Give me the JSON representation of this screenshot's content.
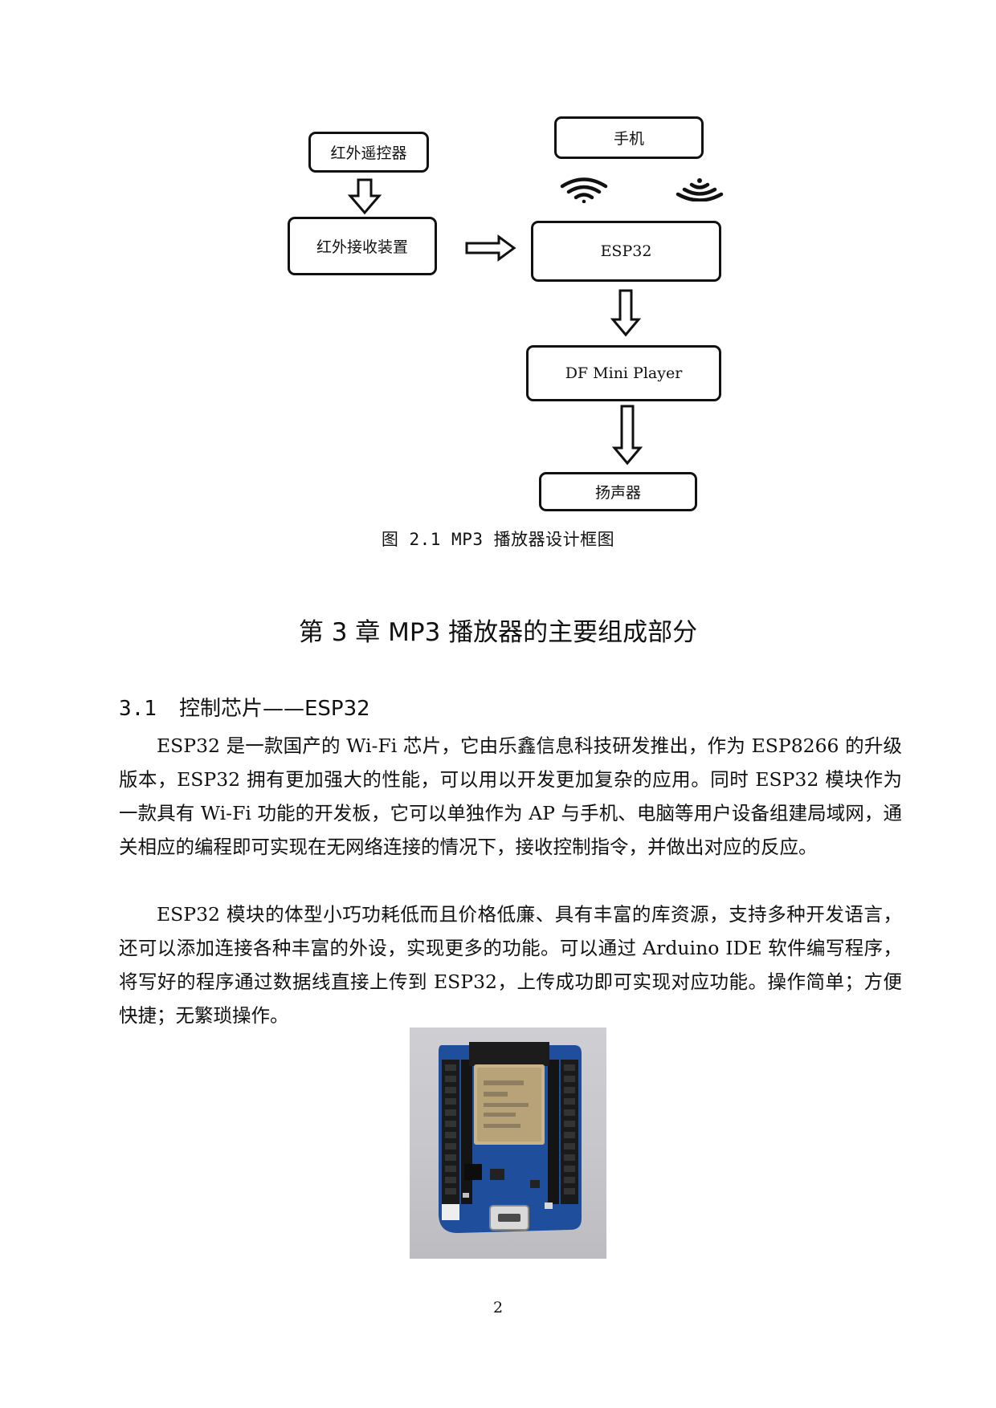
{
  "diagram": {
    "remote_label": "红外遥控器",
    "ir_receiver_label": "红外接收装置",
    "phone_label": "手机",
    "esp32_label": "ESP32",
    "player_label": "DF Mini Player",
    "speaker_label": "扬声器",
    "wifi_icons": [
      "wifi-icon",
      "wireless-signal-icon"
    ]
  },
  "figure_caption": "图 2.1  MP3 播放器设计框图",
  "chapter_title": "第 3 章   MP3 播放器的主要组成部分",
  "section": {
    "number": "3.1",
    "title": "控制芯片——ESP32"
  },
  "paragraphs": [
    "ESP32 是一款国产的 Wi-Fi 芯片，它由乐鑫信息科技研发推出，作为 ESP8266 的升级版本，ESP32 拥有更加强大的性能，可以用以开发更加复杂的应用。同时 ESP32 模块作为一款具有 Wi-Fi 功能的开发板，它可以单独作为 AP 与手机、电脑等用户设备组建局域网，通关相应的编程即可实现在无网络连接的情况下，接收控制指令，并做出对应的反应。",
    "ESP32 模块的体型小巧功耗低而且价格低廉、具有丰富的库资源，支持多种开发语言，还可以添加连接各种丰富的外设，实现更多的功能。可以通过 Arduino IDE 软件编写程序，将写好的程序通过数据线直接上传到 ESP32，上传成功即可实现对应功能。操作简单；方便快捷；无繁琐操作。"
  ],
  "page_number": "2"
}
